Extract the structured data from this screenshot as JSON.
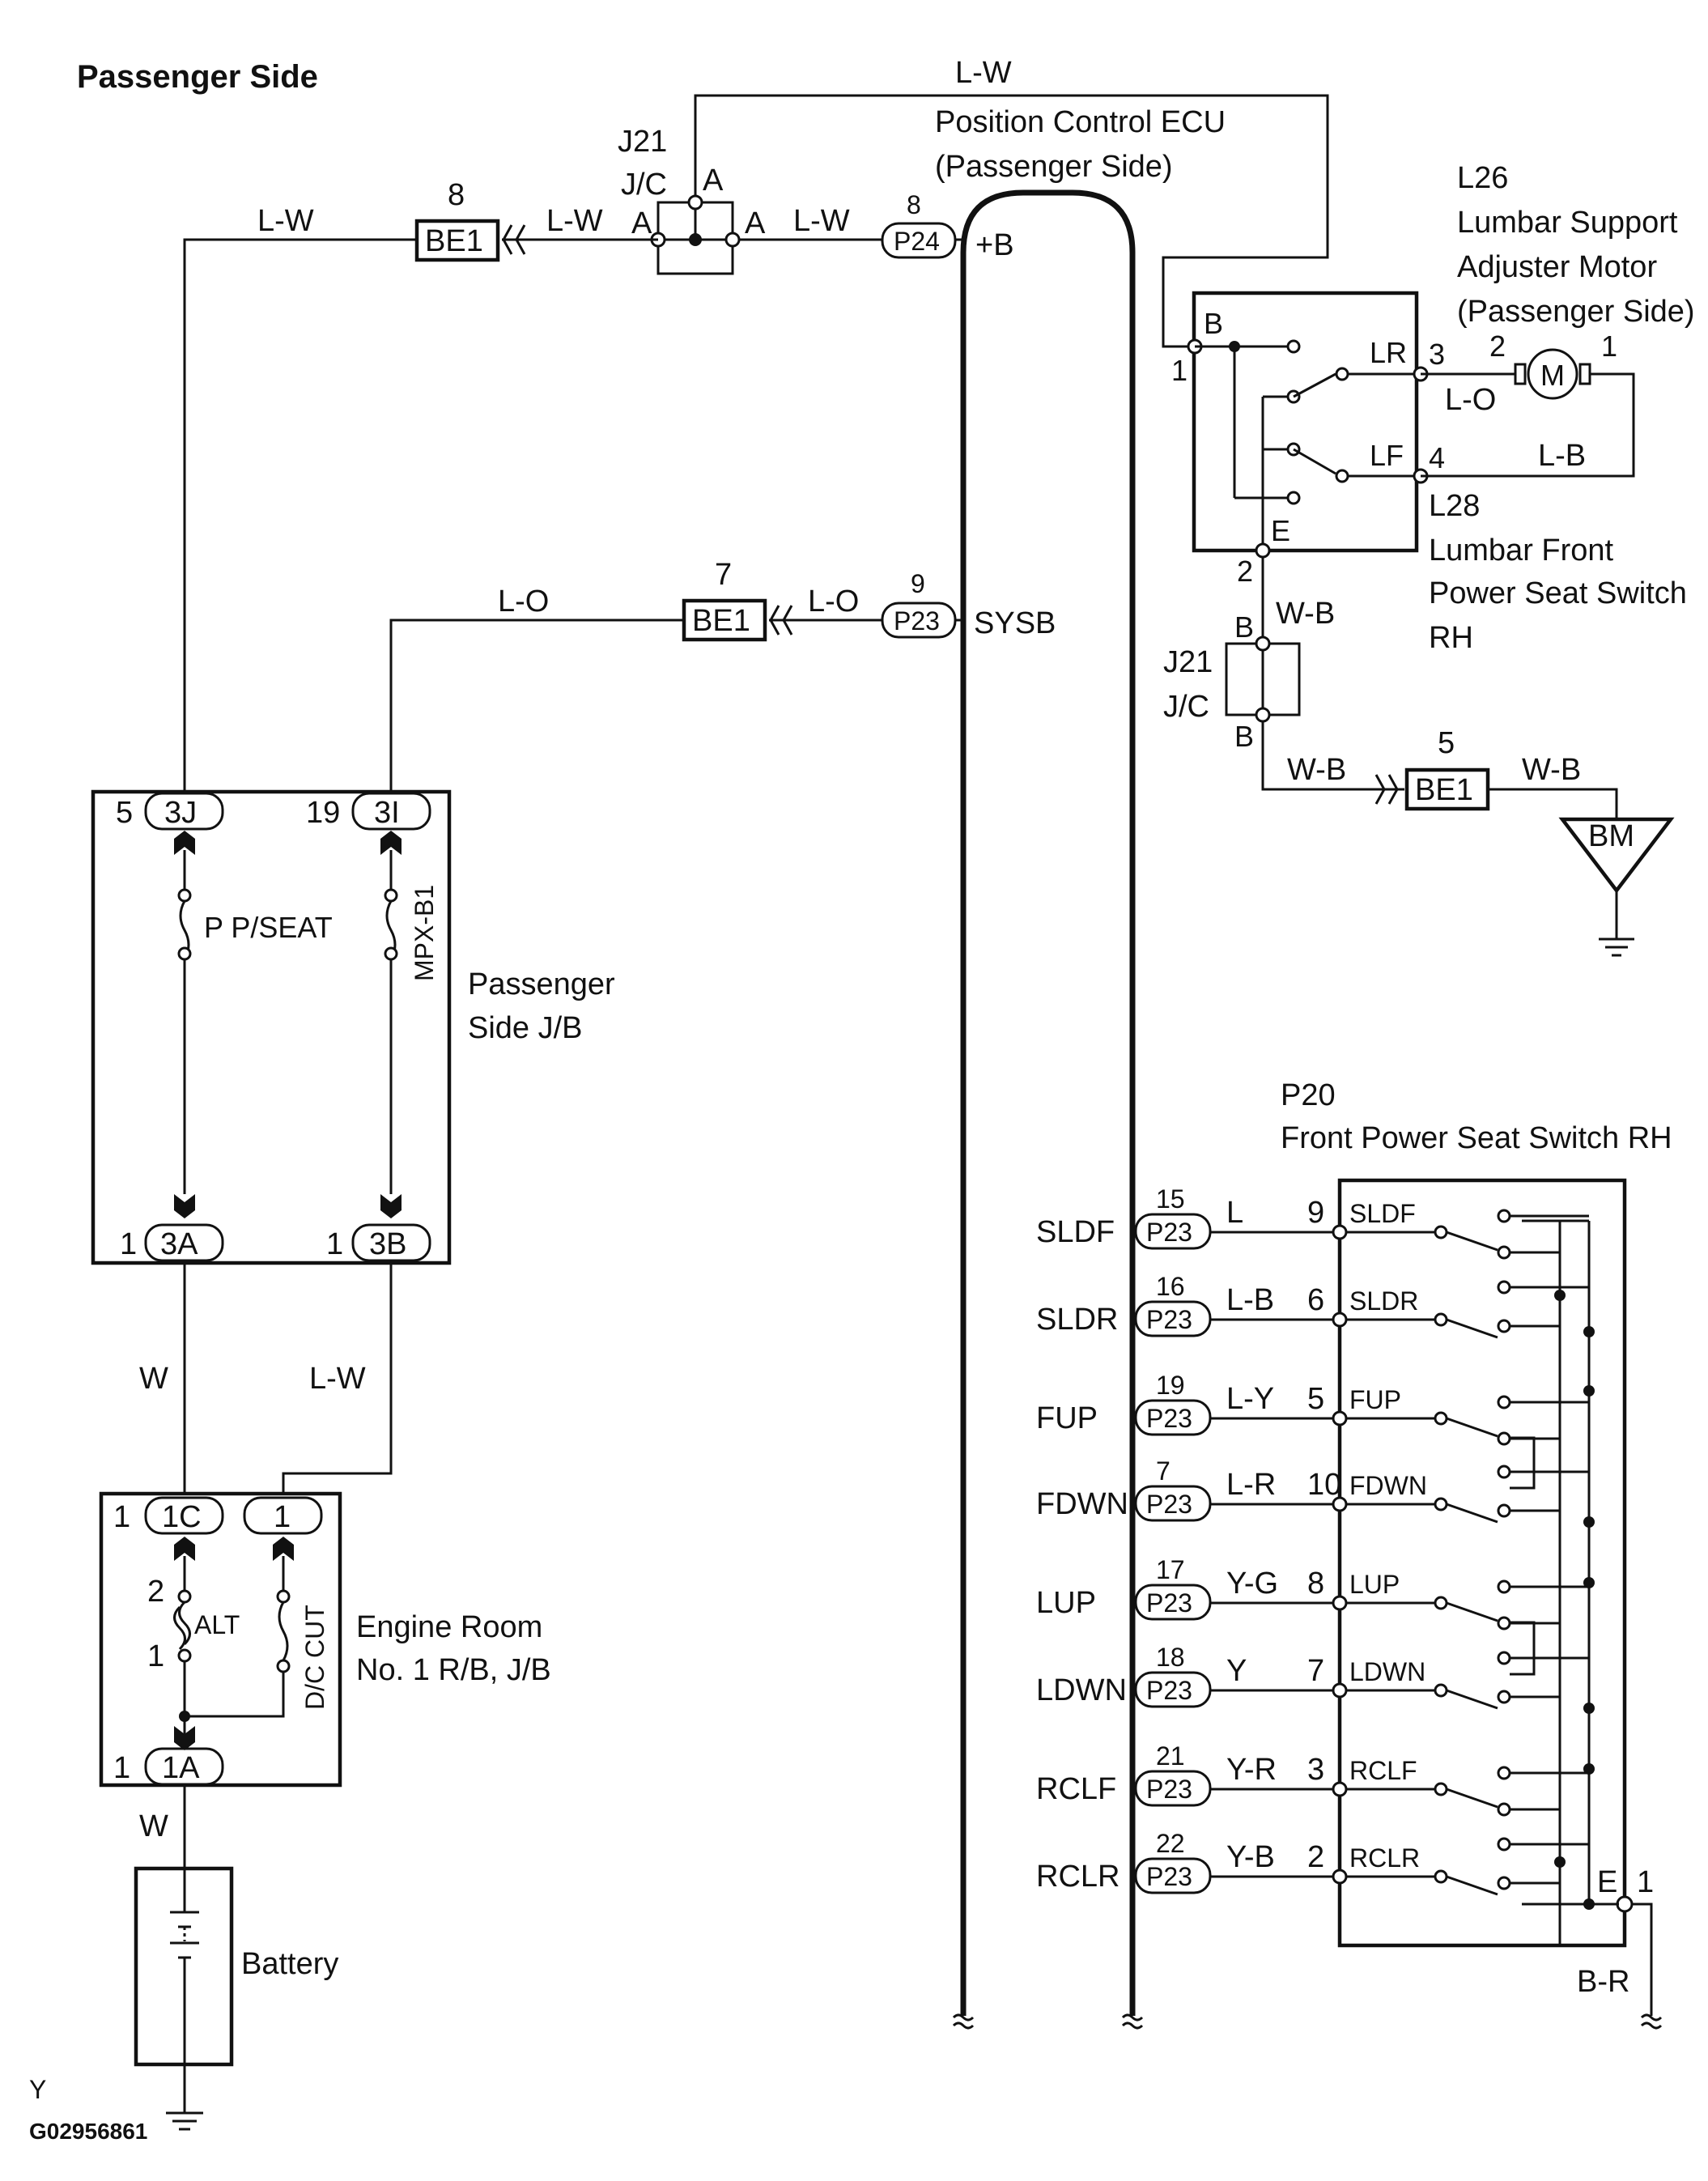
{
  "header": {
    "title": "Passenger Side"
  },
  "footer": {
    "code": "Y",
    "figure_id": "G02956861"
  },
  "ecu": {
    "name_line1": "Position Control ECU",
    "name_line2": "(Passenger Side)",
    "term_b": "+B",
    "term_sysb": "SYSB"
  },
  "lumbar_motor": {
    "id": "L26",
    "line1": "Lumbar Support",
    "line2": "Adjuster Motor",
    "line3": "(Passenger Side)",
    "motor": "M",
    "pin_left": "2",
    "pin_right": "1"
  },
  "lumbar_switch": {
    "id": "L28",
    "line1": "Lumbar Front",
    "line2": "Power Seat Switch",
    "line3": "RH",
    "term_b": "B",
    "term_e": "E",
    "term_lr": "LR",
    "term_lf": "LF",
    "pin1": "1",
    "pin2": "2",
    "pin3": "3",
    "pin4": "4"
  },
  "jc_top": {
    "id": "J21",
    "name": "J/C",
    "pin_a_top": "A",
    "pin_a_left": "A",
    "pin_a_right": "A"
  },
  "jc_mid": {
    "id": "J21",
    "name": "J/C",
    "pin_b_top": "B",
    "pin_b_bottom": "B"
  },
  "connectors": {
    "be1_top": {
      "label": "BE1",
      "pin": "8"
    },
    "be1_mid": {
      "label": "BE1",
      "pin": "7"
    },
    "be1_right": {
      "label": "BE1",
      "pin": "5"
    },
    "p24": {
      "label": "P24",
      "pin": "8"
    },
    "p23_sysb": {
      "label": "P23",
      "pin": "9"
    },
    "ground_bm": "BM"
  },
  "wires": {
    "lw_top": "L-W",
    "lw_left": "L-W",
    "lw_mid1": "L-W",
    "lw_mid2": "L-W",
    "lo_left": "L-O",
    "lo_right": "L-O",
    "wb_top": "W-B",
    "wb_mid": "W-B",
    "wb_right": "W-B",
    "lo_motor": "L-O",
    "lb_motor": "L-B",
    "w_jb": "W",
    "lw_jb": "L-W",
    "w_batt": "W",
    "br": "B-R"
  },
  "passenger_jb": {
    "name_line1": "Passenger",
    "name_line2": "Side J/B",
    "fuse1": "P P/SEAT",
    "fuse2": "MPX-B1",
    "top_left": {
      "pin": "5",
      "label": "3J"
    },
    "top_right": {
      "pin": "19",
      "label": "3I"
    },
    "bottom_left": {
      "pin": "1",
      "label": "3A"
    },
    "bottom_right": {
      "pin": "1",
      "label": "3B"
    }
  },
  "engine_rb": {
    "name_line1": "Engine  Room",
    "name_line2": "No. 1 R/B, J/B",
    "fuse_alt": "ALT",
    "fuse_dc": "D/C CUT",
    "pin_alt_top": "2",
    "pin_alt_bottom": "1",
    "top_left": {
      "pin": "1",
      "label": "1C"
    },
    "top_right": {
      "label": "1"
    },
    "bottom": {
      "pin": "1",
      "label": "1A"
    }
  },
  "battery": {
    "name": "Battery"
  },
  "seat_switch": {
    "id": "P20",
    "name": "Front Power Seat Switch RH",
    "term_e": "E",
    "pin_e": "1",
    "rows": [
      {
        "ecu_label": "SLDF",
        "conn": "P23",
        "ecu_pin": "15",
        "wire": "L",
        "sw_pin": "9",
        "sw_label": "SLDF"
      },
      {
        "ecu_label": "SLDR",
        "conn": "P23",
        "ecu_pin": "16",
        "wire": "L-B",
        "sw_pin": "6",
        "sw_label": "SLDR"
      },
      {
        "ecu_label": "FUP",
        "conn": "P23",
        "ecu_pin": "19",
        "wire": "L-Y",
        "sw_pin": "5",
        "sw_label": "FUP"
      },
      {
        "ecu_label": "FDWN",
        "conn": "P23",
        "ecu_pin": "7",
        "wire": "L-R",
        "sw_pin": "10",
        "sw_label": "FDWN"
      },
      {
        "ecu_label": "LUP",
        "conn": "P23",
        "ecu_pin": "17",
        "wire": "Y-G",
        "sw_pin": "8",
        "sw_label": "LUP"
      },
      {
        "ecu_label": "LDWN",
        "conn": "P23",
        "ecu_pin": "18",
        "wire": "Y",
        "sw_pin": "7",
        "sw_label": "LDWN"
      },
      {
        "ecu_label": "RCLF",
        "conn": "P23",
        "ecu_pin": "21",
        "wire": "Y-R",
        "sw_pin": "3",
        "sw_label": "RCLF"
      },
      {
        "ecu_label": "RCLR",
        "conn": "P23",
        "ecu_pin": "22",
        "wire": "Y-B",
        "sw_pin": "2",
        "sw_label": "RCLR"
      }
    ]
  }
}
